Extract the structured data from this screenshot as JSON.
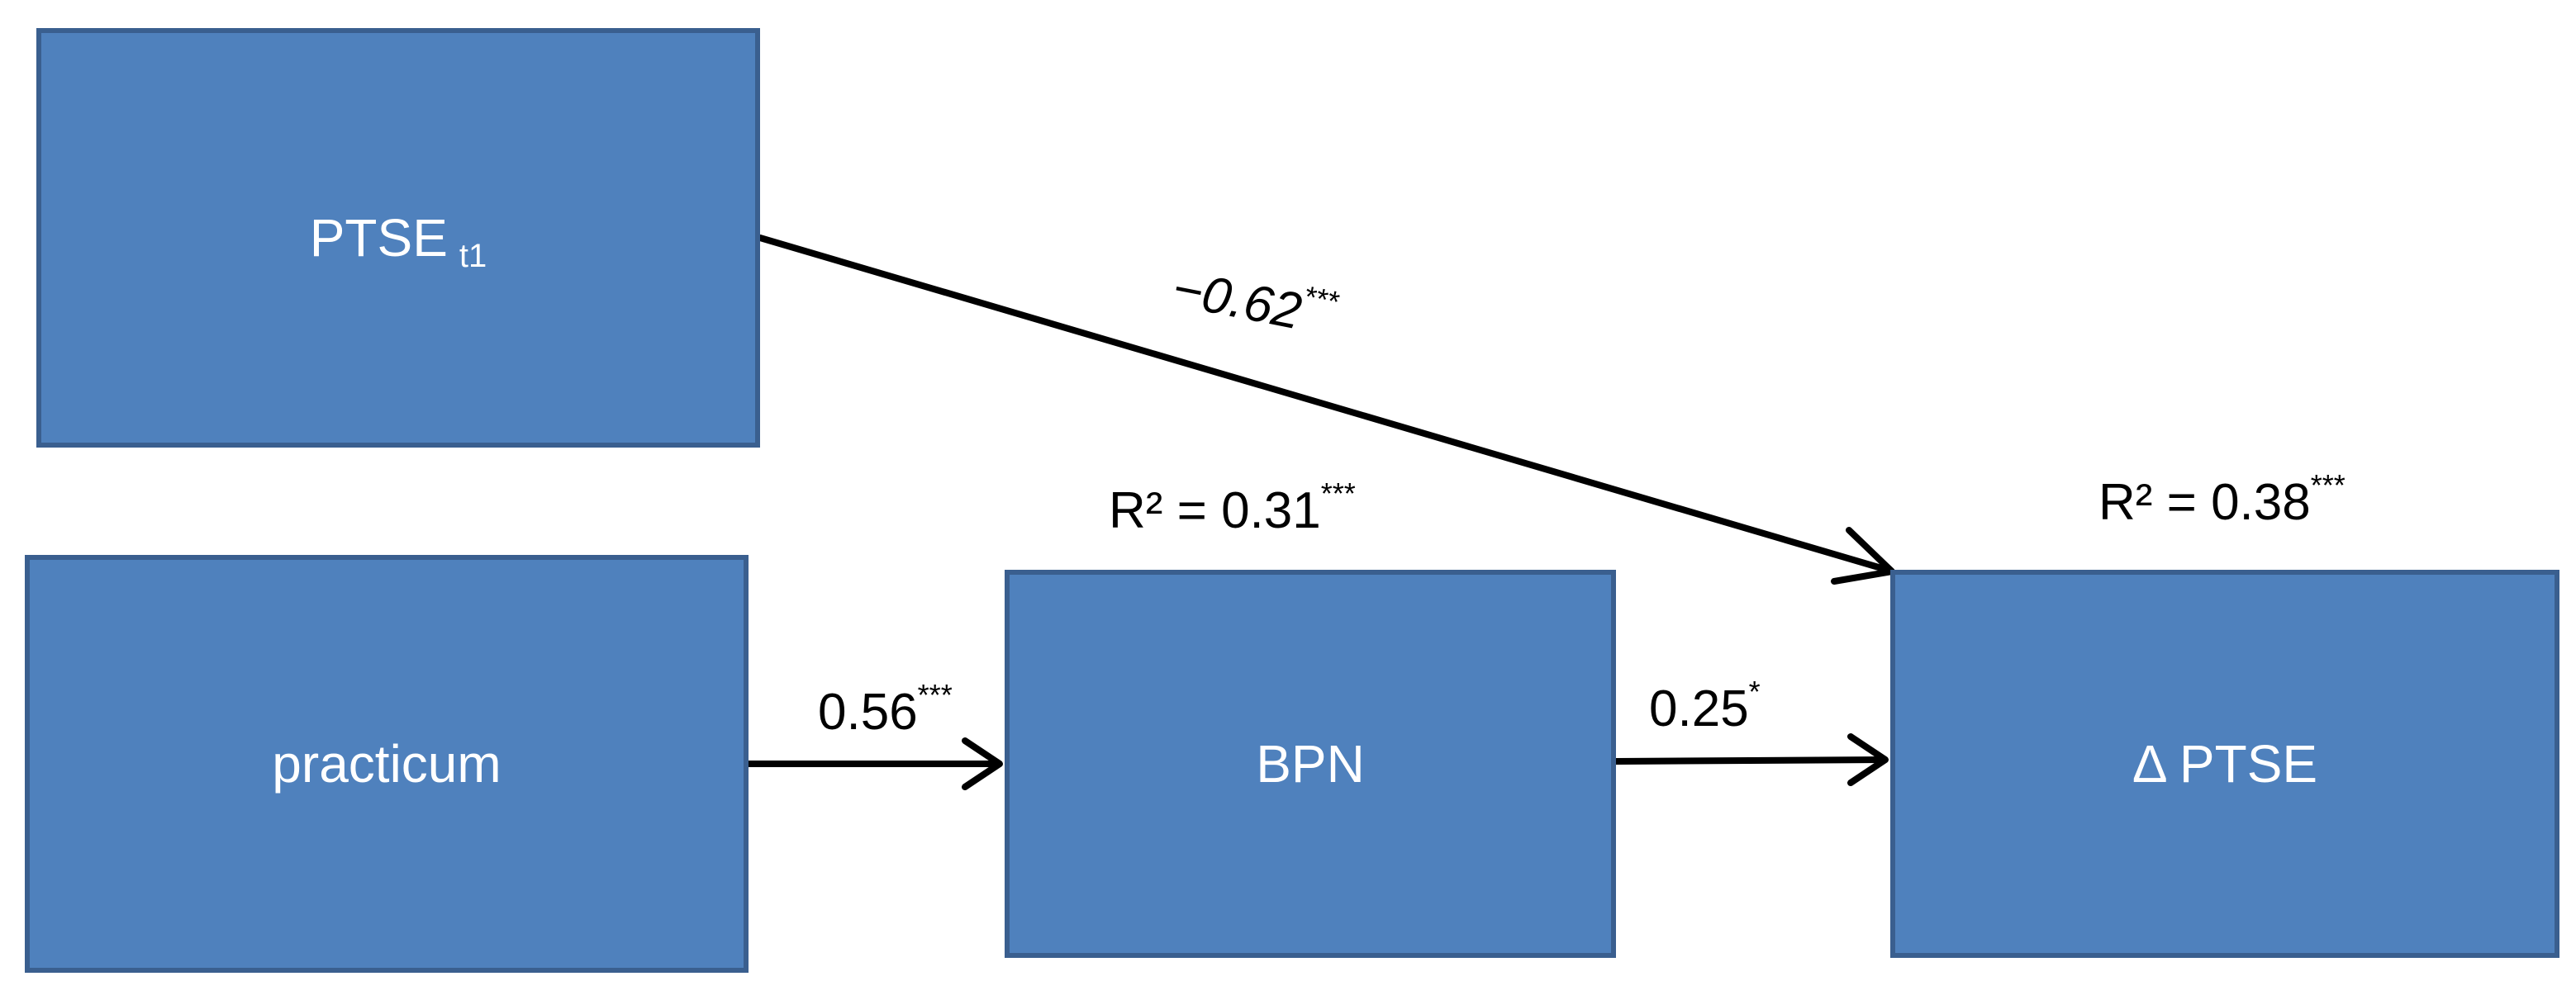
{
  "nodes": {
    "ptse_t1": {
      "label": "PTSE",
      "subscript": "t1"
    },
    "practicum": {
      "label": "practicum"
    },
    "bpn": {
      "label": "BPN",
      "r2_text": "R² = 0.31",
      "r2_sig": "***"
    },
    "delta_ptse": {
      "label": "Δ PTSE",
      "r2_text": "R² = 0.38",
      "r2_sig": "***"
    }
  },
  "edges": {
    "ptse_to_delta": {
      "coef": "−0.62",
      "sig": "***"
    },
    "practicum_to_bpn": {
      "coef": "0.56",
      "sig": "***"
    },
    "bpn_to_delta": {
      "coef": "0.25",
      "sig": "*"
    }
  },
  "colors": {
    "node_fill": "#4f81bd",
    "node_border": "#3a5f8f",
    "node_text": "#ffffff",
    "edge": "#000000"
  }
}
